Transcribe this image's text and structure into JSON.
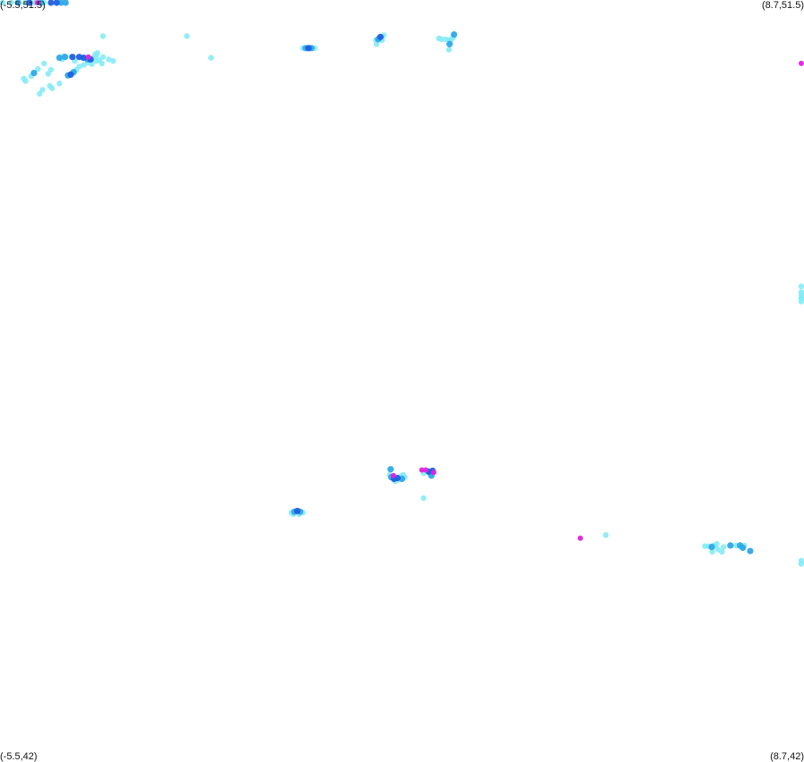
{
  "map": {
    "corners": {
      "top_left": "(-5.5,51.5)",
      "top_right": "(8.7,51.5)",
      "bottom_left": "(-5.5,42)",
      "bottom_right": "(8.7,42)"
    },
    "bounds": {
      "lon_min": -5.5,
      "lon_max": 8.7,
      "lat_min": 42,
      "lat_max": 51.5
    },
    "colors": {
      "low": "#7feaf6",
      "medium": "#2ea9e6",
      "high": "#1f5fe0",
      "peak": "#e022e0"
    },
    "points": [
      {
        "lon": -5.47,
        "lat": 51.5,
        "level": "low"
      },
      {
        "lon": -5.3,
        "lat": 51.5,
        "level": "low"
      },
      {
        "lon": -5.18,
        "lat": 51.49,
        "level": "medium"
      },
      {
        "lon": -5.05,
        "lat": 51.5,
        "level": "low"
      },
      {
        "lon": -4.98,
        "lat": 51.5,
        "level": "high"
      },
      {
        "lon": -4.9,
        "lat": 51.49,
        "level": "low"
      },
      {
        "lon": -4.84,
        "lat": 51.5,
        "level": "peak"
      },
      {
        "lon": -4.78,
        "lat": 51.49,
        "level": "medium"
      },
      {
        "lon": -4.72,
        "lat": 51.49,
        "level": "low"
      },
      {
        "lon": -4.6,
        "lat": 51.49,
        "level": "high"
      },
      {
        "lon": -4.5,
        "lat": 51.5,
        "level": "high"
      },
      {
        "lon": -4.42,
        "lat": 51.49,
        "level": "medium"
      },
      {
        "lon": -4.34,
        "lat": 51.5,
        "level": "medium"
      },
      {
        "lon": -3.68,
        "lat": 51.05,
        "level": "low"
      },
      {
        "lon": -2.2,
        "lat": 51.05,
        "level": "low"
      },
      {
        "lon": -1.77,
        "lat": 50.78,
        "level": "low"
      },
      {
        "lon": -4.8,
        "lat": 50.33,
        "level": "low"
      },
      {
        "lon": -4.62,
        "lat": 50.43,
        "level": "low"
      },
      {
        "lon": -4.58,
        "lat": 50.4,
        "level": "low"
      },
      {
        "lon": -4.45,
        "lat": 50.46,
        "level": "low"
      },
      {
        "lon": -4.75,
        "lat": 50.38,
        "level": "low"
      },
      {
        "lon": -5.05,
        "lat": 50.49,
        "level": "low"
      },
      {
        "lon": -5.08,
        "lat": 50.52,
        "level": "low"
      },
      {
        "lon": -4.95,
        "lat": 50.55,
        "level": "low"
      },
      {
        "lon": -4.9,
        "lat": 50.59,
        "level": "medium"
      },
      {
        "lon": -4.83,
        "lat": 50.64,
        "level": "low"
      },
      {
        "lon": -4.72,
        "lat": 50.71,
        "level": "low"
      },
      {
        "lon": -4.6,
        "lat": 50.63,
        "level": "low"
      },
      {
        "lon": -4.65,
        "lat": 50.58,
        "level": "low"
      },
      {
        "lon": -4.25,
        "lat": 50.57,
        "level": "high"
      },
      {
        "lon": -4.2,
        "lat": 50.6,
        "level": "medium"
      },
      {
        "lon": -4.15,
        "lat": 50.63,
        "level": "low"
      },
      {
        "lon": -4.1,
        "lat": 50.67,
        "level": "low"
      },
      {
        "lon": -4.02,
        "lat": 50.69,
        "level": "low"
      },
      {
        "lon": -3.95,
        "lat": 50.72,
        "level": "low"
      },
      {
        "lon": -3.88,
        "lat": 50.7,
        "level": "low"
      },
      {
        "lon": -3.8,
        "lat": 50.74,
        "level": "low"
      },
      {
        "lon": -3.7,
        "lat": 50.71,
        "level": "low"
      },
      {
        "lon": -4.3,
        "lat": 50.56,
        "level": "medium"
      },
      {
        "lon": -4.05,
        "lat": 50.78,
        "level": "low"
      },
      {
        "lon": -4.38,
        "lat": 50.8,
        "level": "low"
      },
      {
        "lon": -4.4,
        "lat": 50.76,
        "level": "low"
      },
      {
        "lon": -4.18,
        "lat": 50.74,
        "level": "low"
      },
      {
        "lon": -4.02,
        "lat": 50.78,
        "level": "high"
      },
      {
        "lon": -3.95,
        "lat": 50.76,
        "level": "medium"
      },
      {
        "lon": -3.87,
        "lat": 50.77,
        "level": "low"
      },
      {
        "lon": -3.8,
        "lat": 50.8,
        "level": "low"
      },
      {
        "lon": -3.75,
        "lat": 50.75,
        "level": "low"
      },
      {
        "lon": -3.68,
        "lat": 50.79,
        "level": "low"
      },
      {
        "lon": -3.58,
        "lat": 50.76,
        "level": "low"
      },
      {
        "lon": -3.5,
        "lat": 50.74,
        "level": "low"
      },
      {
        "lon": -3.94,
        "lat": 50.79,
        "level": "peak"
      },
      {
        "lon": -3.9,
        "lat": 50.76,
        "level": "high"
      },
      {
        "lon": -4.1,
        "lat": 50.79,
        "level": "high"
      },
      {
        "lon": -4.22,
        "lat": 50.79,
        "level": "high"
      },
      {
        "lon": -4.35,
        "lat": 50.79,
        "level": "medium"
      },
      {
        "lon": -4.45,
        "lat": 50.78,
        "level": "medium"
      },
      {
        "lon": -3.78,
        "lat": 50.84,
        "level": "low"
      },
      {
        "lon": -3.82,
        "lat": 50.82,
        "level": "low"
      },
      {
        "lon": -0.15,
        "lat": 50.9,
        "level": "low"
      },
      {
        "lon": -0.1,
        "lat": 50.9,
        "level": "medium"
      },
      {
        "lon": -0.05,
        "lat": 50.9,
        "level": "high"
      },
      {
        "lon": 0.0,
        "lat": 50.9,
        "level": "medium"
      },
      {
        "lon": 0.06,
        "lat": 50.9,
        "level": "low"
      },
      {
        "lon": 1.15,
        "lat": 50.95,
        "level": "low"
      },
      {
        "lon": 1.18,
        "lat": 51.01,
        "level": "medium"
      },
      {
        "lon": 1.22,
        "lat": 51.04,
        "level": "high"
      },
      {
        "lon": 1.28,
        "lat": 51.06,
        "level": "low"
      },
      {
        "lon": 1.25,
        "lat": 51.0,
        "level": "low"
      },
      {
        "lon": 1.14,
        "lat": 51.0,
        "level": "low"
      },
      {
        "lon": 2.25,
        "lat": 51.02,
        "level": "low"
      },
      {
        "lon": 2.3,
        "lat": 51.01,
        "level": "low"
      },
      {
        "lon": 2.37,
        "lat": 51.01,
        "level": "low"
      },
      {
        "lon": 2.44,
        "lat": 51.0,
        "level": "low"
      },
      {
        "lon": 2.44,
        "lat": 50.95,
        "level": "medium"
      },
      {
        "lon": 2.46,
        "lat": 51.0,
        "level": "low"
      },
      {
        "lon": 2.52,
        "lat": 51.07,
        "level": "medium"
      },
      {
        "lon": 2.5,
        "lat": 51.03,
        "level": "low"
      },
      {
        "lon": 2.43,
        "lat": 50.88,
        "level": "low"
      },
      {
        "lon": 8.68,
        "lat": 50.71,
        "level": "peak"
      },
      {
        "lon": 8.67,
        "lat": 47.93,
        "level": "low"
      },
      {
        "lon": 8.68,
        "lat": 47.82,
        "level": "low"
      },
      {
        "lon": 8.69,
        "lat": 47.78,
        "level": "low"
      },
      {
        "lon": 8.66,
        "lat": 47.78,
        "level": "low"
      },
      {
        "lon": 8.7,
        "lat": 47.74,
        "level": "low"
      },
      {
        "lon": 8.66,
        "lat": 47.86,
        "level": "low"
      },
      {
        "lon": 1.4,
        "lat": 45.65,
        "level": "medium"
      },
      {
        "lon": 1.38,
        "lat": 45.58,
        "level": "low"
      },
      {
        "lon": 1.41,
        "lat": 45.55,
        "level": "medium"
      },
      {
        "lon": 1.45,
        "lat": 45.57,
        "level": "peak"
      },
      {
        "lon": 1.46,
        "lat": 45.53,
        "level": "high"
      },
      {
        "lon": 1.52,
        "lat": 45.54,
        "level": "high"
      },
      {
        "lon": 1.55,
        "lat": 45.52,
        "level": "low"
      },
      {
        "lon": 1.58,
        "lat": 45.56,
        "level": "low"
      },
      {
        "lon": 1.62,
        "lat": 45.58,
        "level": "low"
      },
      {
        "lon": 1.65,
        "lat": 45.55,
        "level": "low"
      },
      {
        "lon": 1.6,
        "lat": 45.53,
        "level": "medium"
      },
      {
        "lon": 1.48,
        "lat": 45.5,
        "level": "low"
      },
      {
        "lon": 1.95,
        "lat": 45.64,
        "level": "peak"
      },
      {
        "lon": 2.02,
        "lat": 45.64,
        "level": "peak"
      },
      {
        "lon": 2.07,
        "lat": 45.62,
        "level": "high"
      },
      {
        "lon": 2.1,
        "lat": 45.6,
        "level": "medium"
      },
      {
        "lon": 2.14,
        "lat": 45.63,
        "level": "high"
      },
      {
        "lon": 2.16,
        "lat": 45.61,
        "level": "peak"
      },
      {
        "lon": 2.12,
        "lat": 45.57,
        "level": "medium"
      },
      {
        "lon": 1.98,
        "lat": 45.6,
        "level": "low"
      },
      {
        "lon": 1.98,
        "lat": 45.29,
        "level": "low"
      },
      {
        "lon": -0.35,
        "lat": 45.11,
        "level": "low"
      },
      {
        "lon": -0.3,
        "lat": 45.12,
        "level": "medium"
      },
      {
        "lon": -0.25,
        "lat": 45.13,
        "level": "high"
      },
      {
        "lon": -0.2,
        "lat": 45.12,
        "level": "medium"
      },
      {
        "lon": -0.15,
        "lat": 45.11,
        "level": "low"
      },
      {
        "lon": -0.22,
        "lat": 45.09,
        "level": "low"
      },
      {
        "lon": -0.32,
        "lat": 45.09,
        "level": "low"
      },
      {
        "lon": 4.75,
        "lat": 44.79,
        "level": "peak"
      },
      {
        "lon": 5.2,
        "lat": 44.83,
        "level": "low"
      },
      {
        "lon": 6.95,
        "lat": 44.69,
        "level": "low"
      },
      {
        "lon": 7.01,
        "lat": 44.69,
        "level": "low"
      },
      {
        "lon": 7.07,
        "lat": 44.68,
        "level": "medium"
      },
      {
        "lon": 7.1,
        "lat": 44.7,
        "level": "low"
      },
      {
        "lon": 7.13,
        "lat": 44.69,
        "level": "low"
      },
      {
        "lon": 7.16,
        "lat": 44.72,
        "level": "low"
      },
      {
        "lon": 7.18,
        "lat": 44.65,
        "level": "low"
      },
      {
        "lon": 7.08,
        "lat": 44.62,
        "level": "low"
      },
      {
        "lon": 7.25,
        "lat": 44.62,
        "level": "low"
      },
      {
        "lon": 7.28,
        "lat": 44.68,
        "level": "low"
      },
      {
        "lon": 7.4,
        "lat": 44.7,
        "level": "medium"
      },
      {
        "lon": 7.5,
        "lat": 44.7,
        "level": "low"
      },
      {
        "lon": 7.57,
        "lat": 44.7,
        "level": "medium"
      },
      {
        "lon": 7.62,
        "lat": 44.67,
        "level": "medium"
      },
      {
        "lon": 7.75,
        "lat": 44.63,
        "level": "medium"
      },
      {
        "lon": 7.65,
        "lat": 44.7,
        "level": "low"
      },
      {
        "lon": 8.65,
        "lat": 44.47,
        "level": "low"
      },
      {
        "lon": 8.68,
        "lat": 44.51,
        "level": "low"
      }
    ]
  }
}
